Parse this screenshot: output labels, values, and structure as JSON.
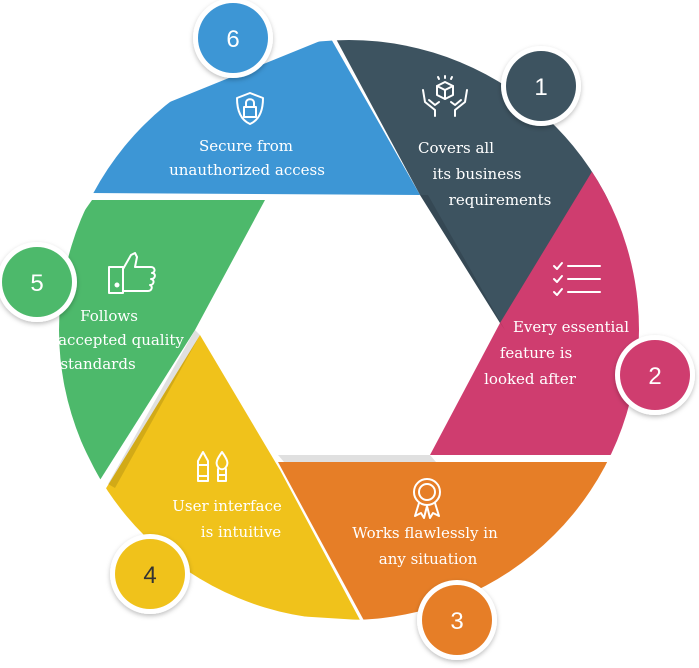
{
  "diagram": {
    "segments": [
      {
        "number": "1",
        "lines": [
          "Covers all",
          "its business",
          "requirements"
        ],
        "icon": "hands-box-icon",
        "color": "#3d5360",
        "circle_color": "#3d5360"
      },
      {
        "number": "2",
        "lines": [
          "Every essential",
          "feature is",
          "looked after"
        ],
        "icon": "checklist-icon",
        "color": "#cf3d6f",
        "circle_color": "#cf3d6f"
      },
      {
        "number": "3",
        "lines": [
          "Works flawlessly in",
          "any situation"
        ],
        "icon": "award-ribbon-icon",
        "color": "#e67e27",
        "circle_color": "#e67e27"
      },
      {
        "number": "4",
        "lines": [
          "User interface",
          "is intuitive"
        ],
        "icon": "pencil-brush-icon",
        "color": "#f0c21b",
        "circle_color": "#f0c21b"
      },
      {
        "number": "5",
        "lines": [
          "Follows",
          "accepted quality",
          "standards"
        ],
        "icon": "thumbs-up-icon",
        "color": "#4db96b",
        "circle_color": "#4db96b"
      },
      {
        "number": "6",
        "lines": [
          "Secure from",
          "unauthorized access"
        ],
        "icon": "padlock-shield-icon",
        "color": "#3d96d5",
        "circle_color": "#3d96d5"
      }
    ],
    "text_color": "#ffffff",
    "number_color_dark": "#ffffff",
    "number_color_light": "#ffffff"
  }
}
